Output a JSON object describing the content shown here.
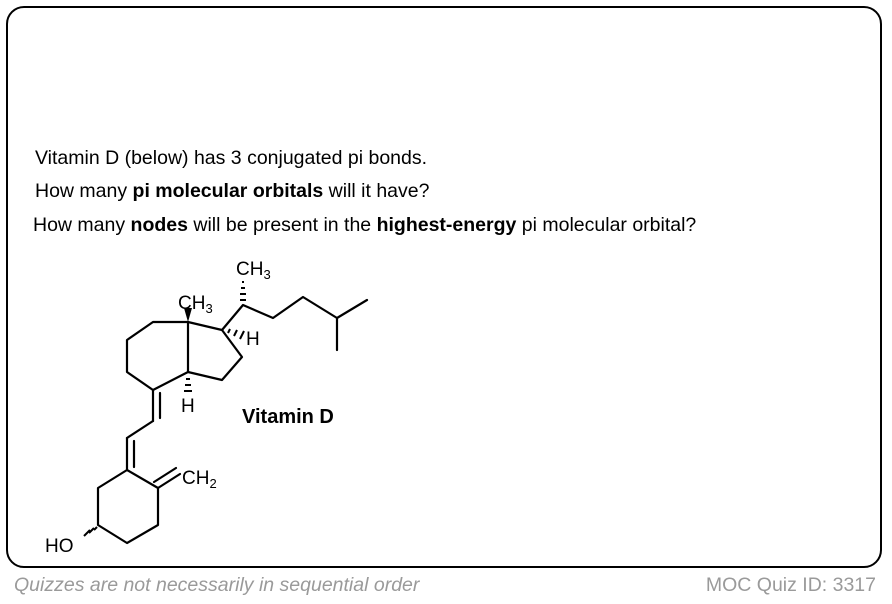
{
  "question": {
    "line1": "Vitamin D (below) has 3 conjugated pi bonds.",
    "line2": {
      "pre": "How many ",
      "bold": "pi molecular orbitals",
      "post": " will it have?"
    },
    "line3": {
      "pre": "How many ",
      "bold1": "nodes",
      "mid": " will be present in the ",
      "bold2": "highest-energy",
      "post": " pi molecular orbital?"
    }
  },
  "molecule": {
    "name": "Vitamin D",
    "labels": {
      "ch3_top": "CH",
      "ch3_top_sub": "3",
      "ch3_ring": "CH",
      "ch3_ring_sub": "3",
      "h_upper": "H",
      "h_lower": "H",
      "ch2": "CH",
      "ch2_sub": "2",
      "ho": "HO"
    }
  },
  "footer": {
    "left": "Quizzes are not necessarily in sequential order",
    "right": "MOC Quiz ID: 3317"
  }
}
